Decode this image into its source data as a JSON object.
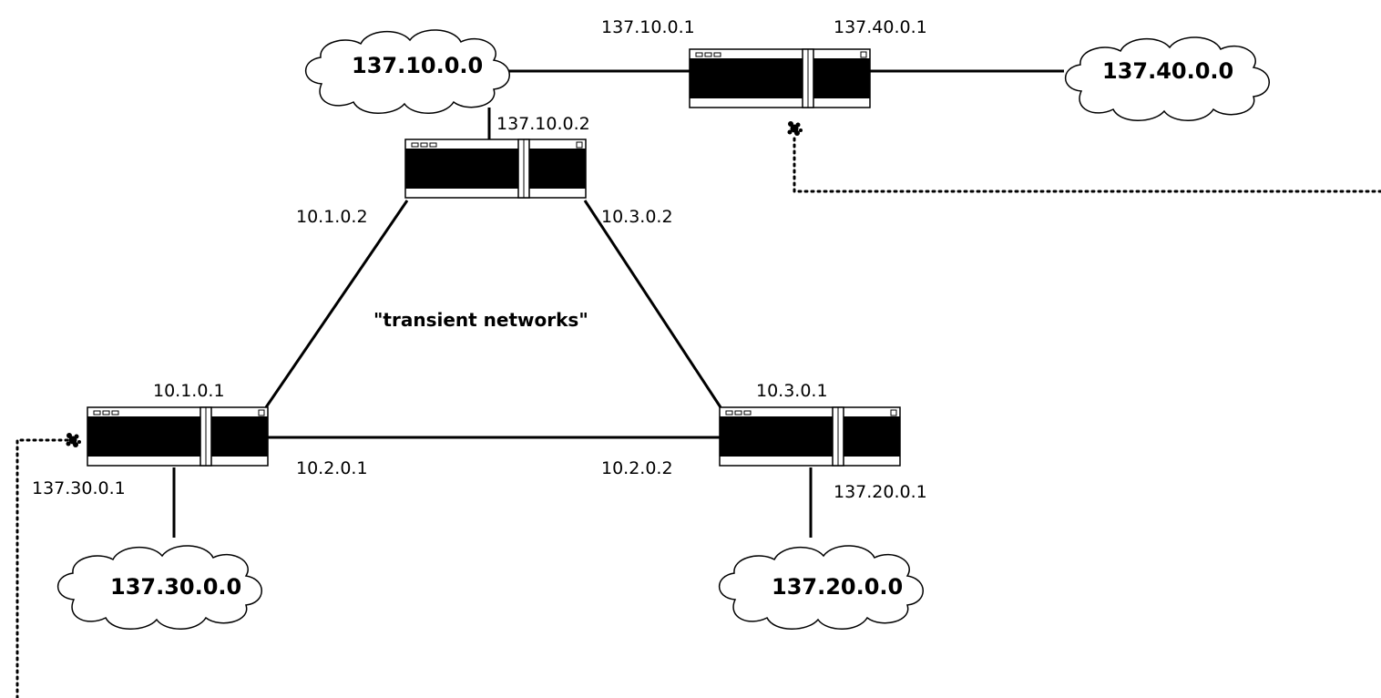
{
  "clouds": {
    "net_10": "137.10.0.0",
    "net_40": "137.40.0.0",
    "net_30": "137.30.0.0",
    "net_20": "137.20.0.0"
  },
  "addresses": {
    "top_router_left": "137.10.0.1",
    "top_router_right": "137.40.0.1",
    "upper_router_top": "137.10.0.2",
    "upper_router_left": "10.1.0.2",
    "upper_router_right": "10.3.0.2",
    "left_router_top": "10.1.0.1",
    "left_router_right": "10.2.0.1",
    "left_router_bottom": "137.30.0.1",
    "right_router_top": "10.3.0.1",
    "right_router_left": "10.2.0.2",
    "right_router_bottom": "137.20.0.1"
  },
  "annotation": "\"transient networks\"",
  "icons": {
    "router": "router-icon",
    "cloud": "cloud-icon",
    "agent": "management-agent-icon"
  },
  "colors": {
    "line": "#000000",
    "cloud_fill": "#ffffff",
    "router_body": "#000000"
  }
}
